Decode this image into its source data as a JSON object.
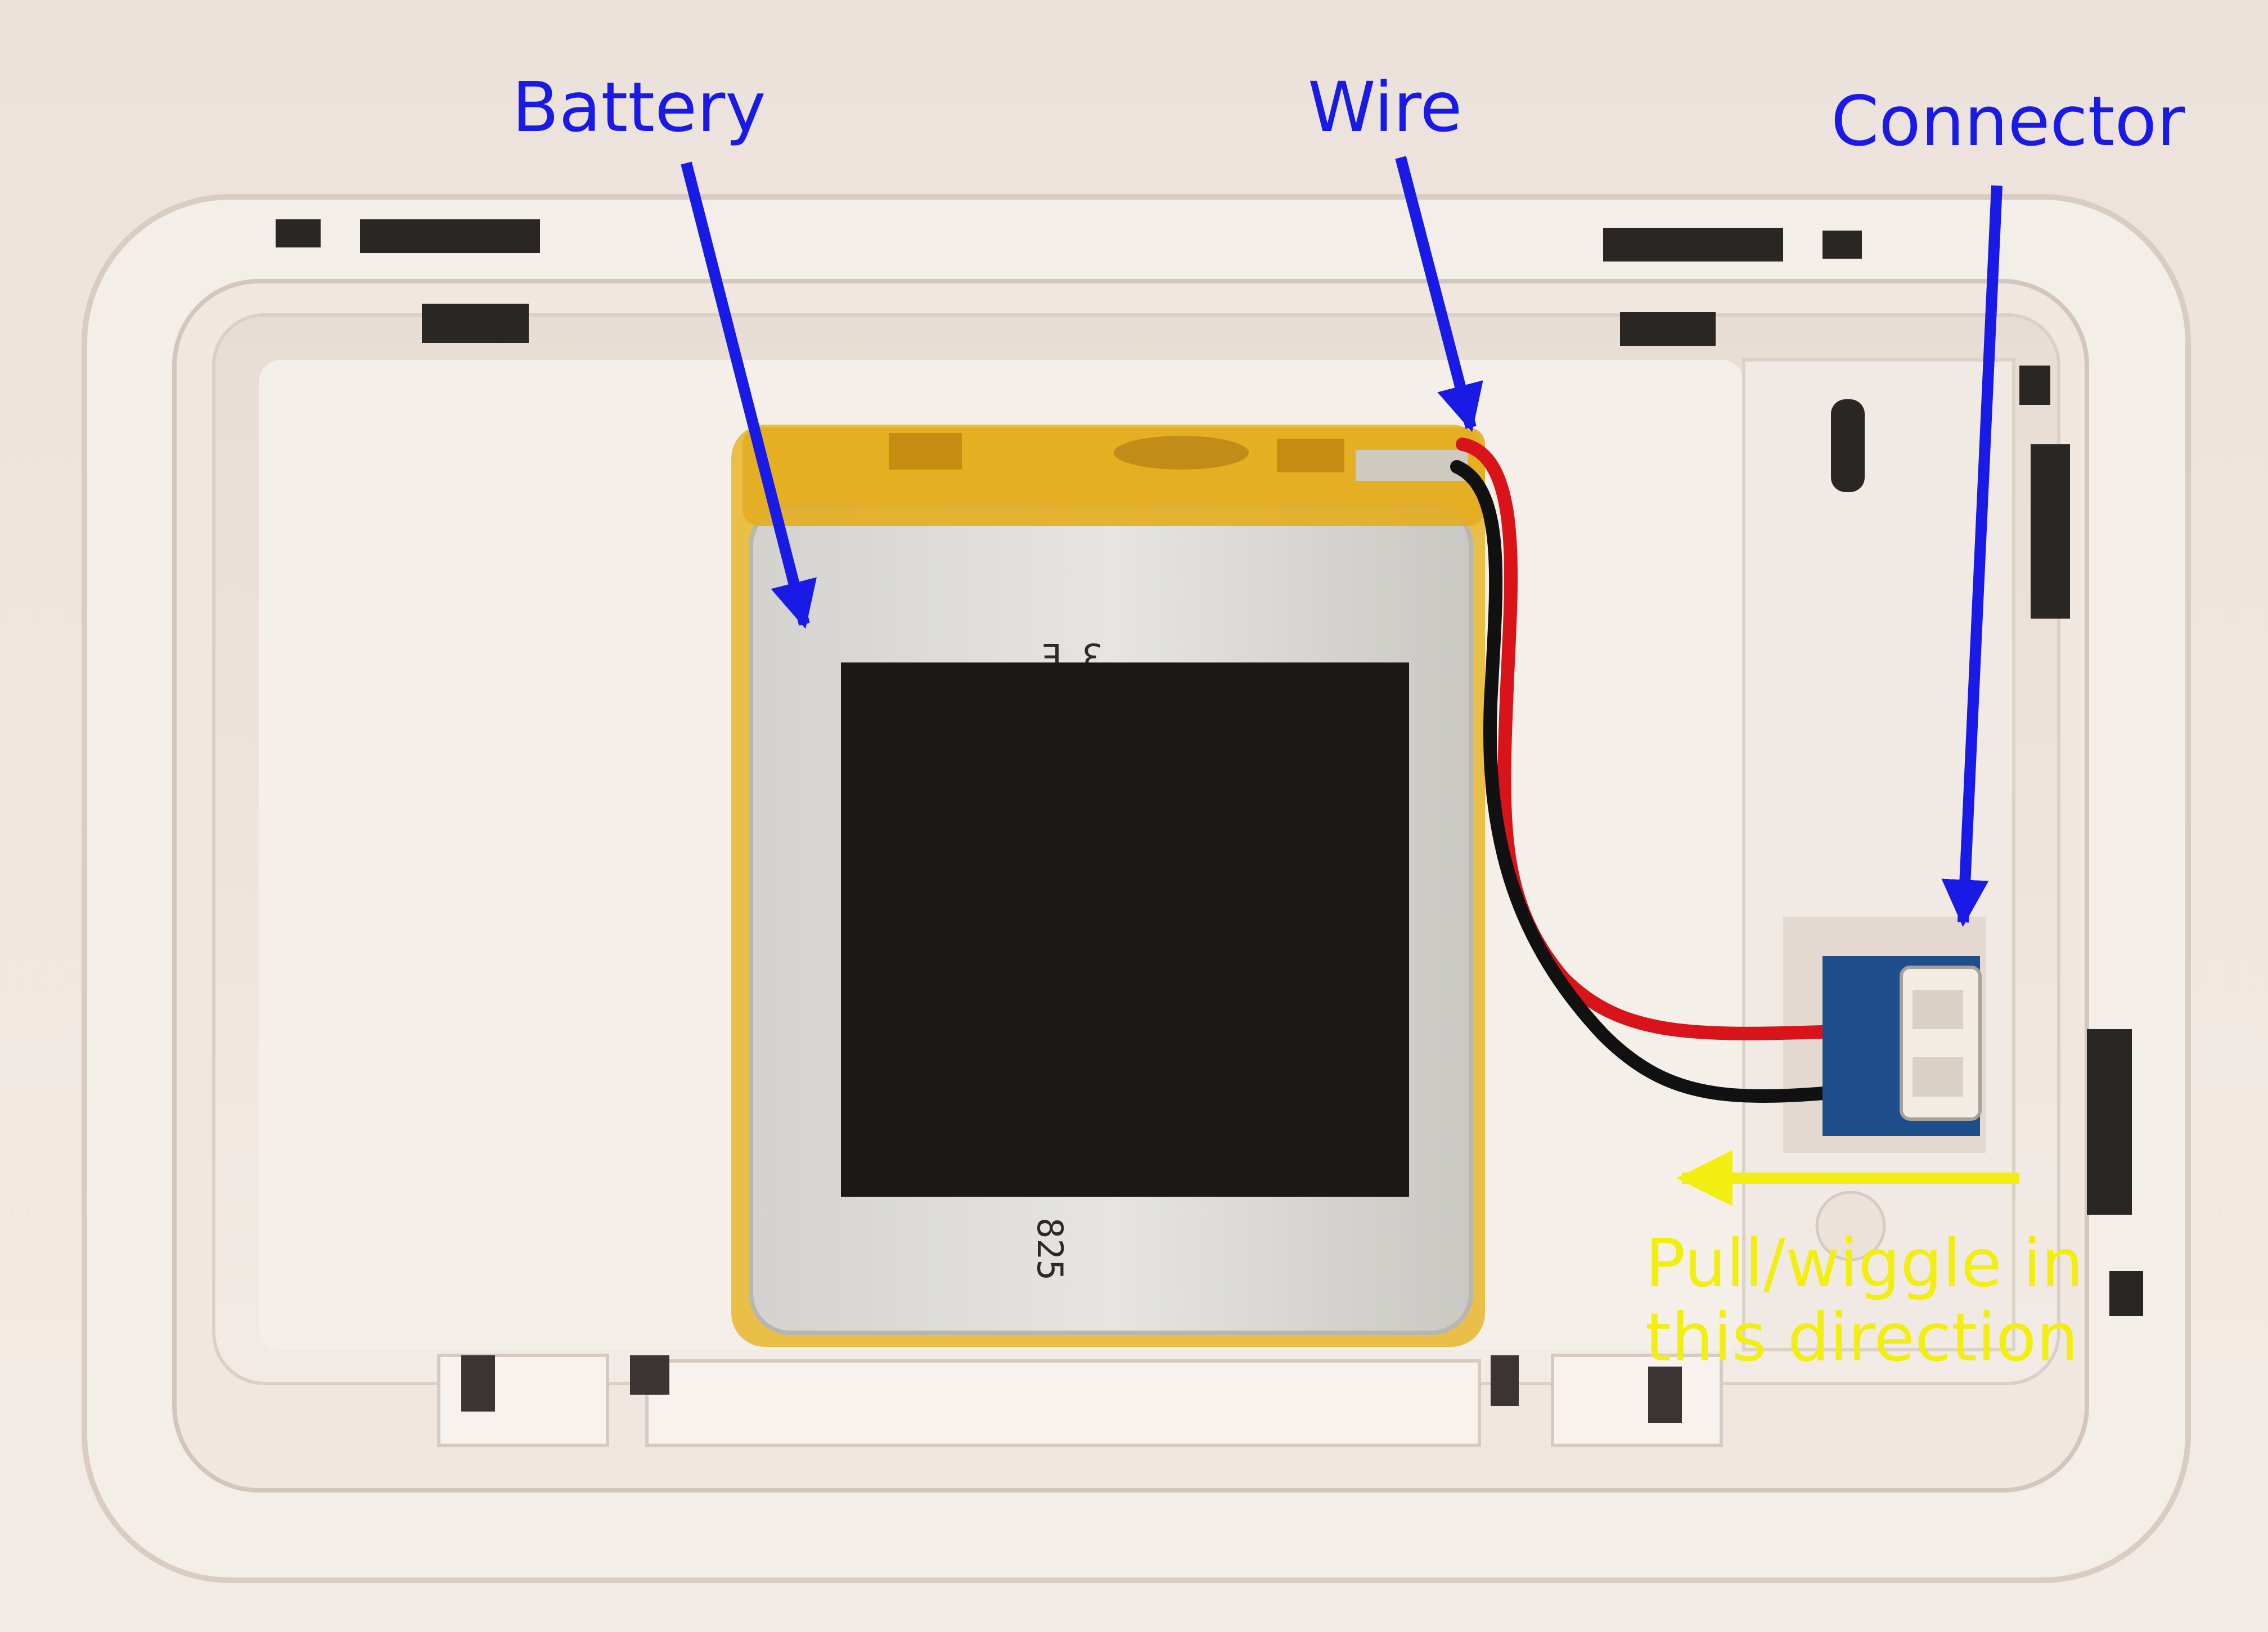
{
  "labels": {
    "battery": "Battery",
    "wire": "Wire",
    "connector": "Connector",
    "pull_line1": "Pull/wiggle in",
    "pull_line2": "this direction"
  },
  "battery_print": {
    "top_text": "3 E",
    "bottom_text": "825"
  },
  "colors": {
    "annotation_blue": "#1a1ae6",
    "annotation_yellow": "#f2ee12",
    "case_white": "#efe6df",
    "battery_silver": "#d9d9d4",
    "battery_tape": "#e8b62a",
    "pad_black": "#1b1918",
    "wire_red": "#d8141a",
    "wire_black": "#111111",
    "connector_board": "#1e4f8c"
  }
}
